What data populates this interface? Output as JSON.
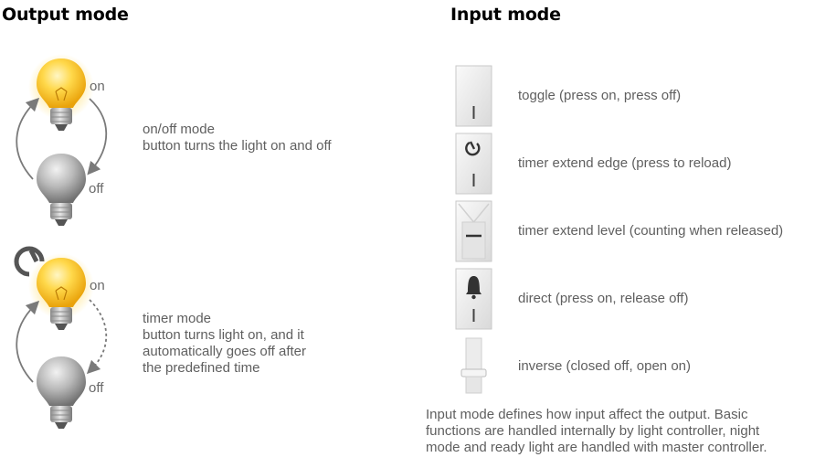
{
  "output": {
    "heading": "Output mode",
    "onoff": {
      "on_label": "on",
      "off_label": "off",
      "title": "on/off mode",
      "description": "button turns the light on and off"
    },
    "timer": {
      "on_label": "on",
      "off_label": "off",
      "title": "timer mode",
      "description_lines": [
        "button turns light on, and it",
        "automatically goes off after",
        "the predefined time"
      ]
    }
  },
  "input": {
    "heading": "Input mode",
    "items": [
      {
        "label": "toggle (press on, press off)",
        "icon": "toggle-switch-icon"
      },
      {
        "label": "timer extend edge (press to reload)",
        "icon": "timer-switch-icon"
      },
      {
        "label": "timer extend level (counting when released)",
        "icon": "level-switch-icon"
      },
      {
        "label": "direct (press on, release off)",
        "icon": "bell-switch-icon"
      },
      {
        "label": "inverse (closed off, open on)",
        "icon": "plunger-switch-icon"
      }
    ],
    "footer_lines": [
      "Input mode defines how input affect the output. Basic",
      "functions are handled internally by light controller, night",
      "mode and ready light are handled with master controller."
    ]
  },
  "colors": {
    "text_gray": "#5f5f5f",
    "bulb_on": "#f7c21a",
    "bulb_off": "#9a9a9a",
    "arrow": "#7a7a7a"
  }
}
